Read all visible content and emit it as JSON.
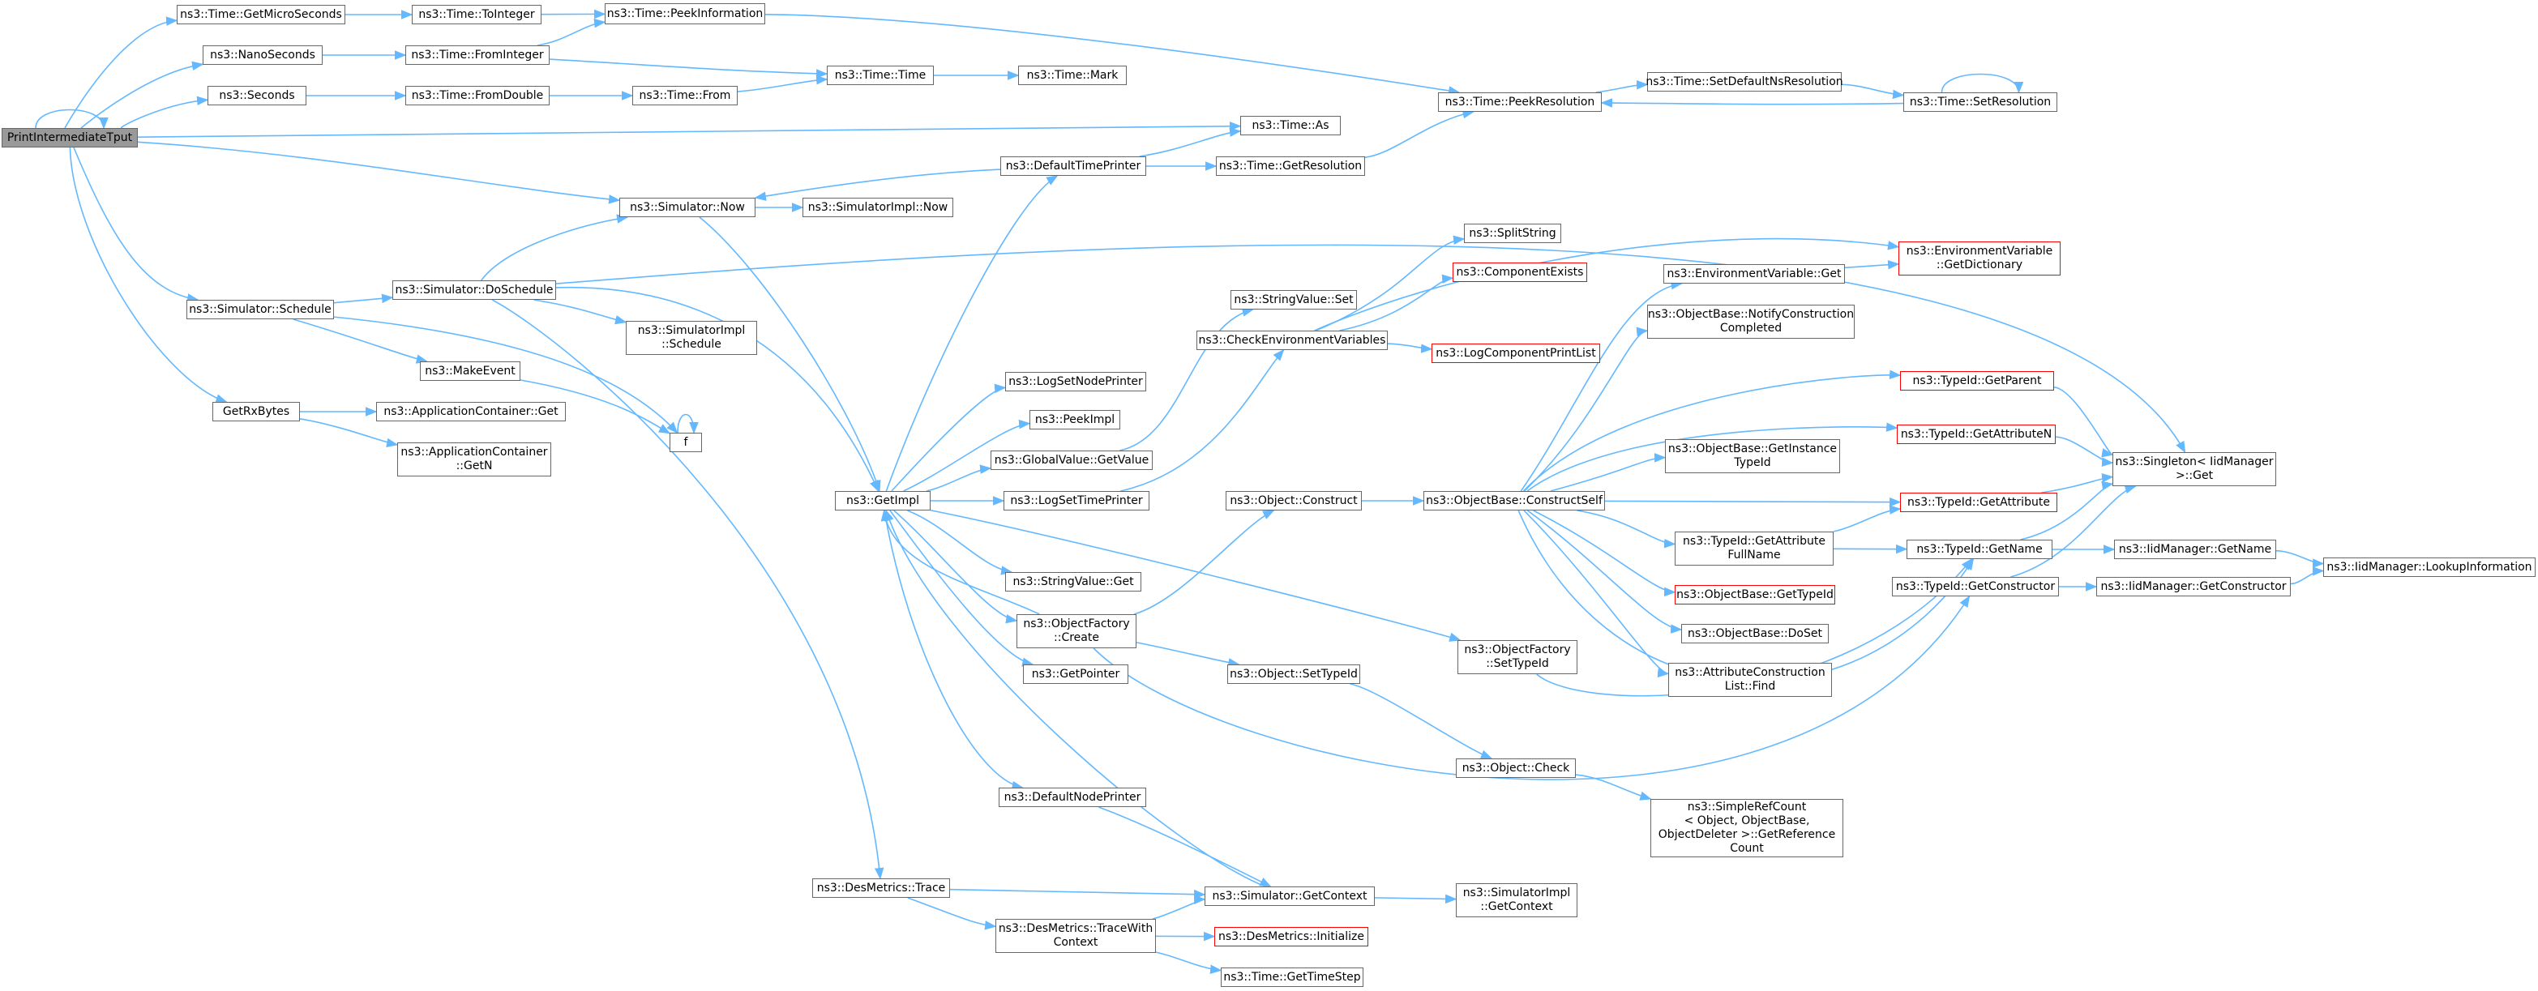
{
  "graph": {
    "edge_color": "#63b8ff",
    "node_border_color": "#666666",
    "missing_border_color": "#ff0000",
    "root_fill": "#999999",
    "nodes": [
      {
        "id": "root",
        "label": "PrintIntermediateTput",
        "root": true
      },
      {
        "id": "getmicro",
        "label": "ns3::Time::GetMicroSeconds"
      },
      {
        "id": "tointeger",
        "label": "ns3::Time::ToInteger"
      },
      {
        "id": "peekinfo",
        "label": "ns3::Time::PeekInformation"
      },
      {
        "id": "nanosec",
        "label": "ns3::NanoSeconds"
      },
      {
        "id": "frominteger",
        "label": "ns3::Time::FromInteger"
      },
      {
        "id": "timetime",
        "label": "ns3::Time::Time"
      },
      {
        "id": "timemark",
        "label": "ns3::Time::Mark"
      },
      {
        "id": "seconds",
        "label": "ns3::Seconds"
      },
      {
        "id": "fromdouble",
        "label": "ns3::Time::FromDouble"
      },
      {
        "id": "timefrom",
        "label": "ns3::Time::From"
      },
      {
        "id": "peekres",
        "label": "ns3::Time::PeekResolution"
      },
      {
        "id": "setdefns",
        "label": "ns3::Time::SetDefaultNsResolution"
      },
      {
        "id": "setres",
        "label": "ns3::Time::SetResolution"
      },
      {
        "id": "timeas",
        "label": "ns3::Time::As"
      },
      {
        "id": "deftimeprinter",
        "label": "ns3::DefaultTimePrinter"
      },
      {
        "id": "getres",
        "label": "ns3::Time::GetResolution"
      },
      {
        "id": "simnow",
        "label": "ns3::Simulator::Now"
      },
      {
        "id": "simimplnow",
        "label": "ns3::SimulatorImpl::Now"
      },
      {
        "id": "simschedule",
        "label": "ns3::Simulator::Schedule"
      },
      {
        "id": "doschedule",
        "label": "ns3::Simulator::DoSchedule"
      },
      {
        "id": "simimplschedule",
        "label": "ns3::SimulatorImpl\n::Schedule"
      },
      {
        "id": "makeevent",
        "label": "ns3::MakeEvent"
      },
      {
        "id": "getrxbytes",
        "label": "GetRxBytes"
      },
      {
        "id": "appcontget",
        "label": "ns3::ApplicationContainer::Get"
      },
      {
        "id": "appcontgetn",
        "label": "ns3::ApplicationContainer\n::GetN"
      },
      {
        "id": "f",
        "label": "f"
      },
      {
        "id": "getimpl",
        "label": "ns3::GetImpl"
      },
      {
        "id": "logsetnode",
        "label": "ns3::LogSetNodePrinter"
      },
      {
        "id": "peekimpl",
        "label": "ns3::PeekImpl"
      },
      {
        "id": "gvgetvalue",
        "label": "ns3::GlobalValue::GetValue"
      },
      {
        "id": "logsettime",
        "label": "ns3::LogSetTimePrinter"
      },
      {
        "id": "stringvalueget",
        "label": "ns3::StringValue::Get"
      },
      {
        "id": "objfactcreate",
        "label": "ns3::ObjectFactory\n::Create"
      },
      {
        "id": "getpointer",
        "label": "ns3::GetPointer"
      },
      {
        "id": "defnodeprinter",
        "label": "ns3::DefaultNodePrinter"
      },
      {
        "id": "desmetricstrace",
        "label": "ns3::DesMetrics::Trace"
      },
      {
        "id": "tracewithcontext",
        "label": "ns3::DesMetrics::TraceWith\nContext"
      },
      {
        "id": "simgetcontext",
        "label": "ns3::Simulator::GetContext"
      },
      {
        "id": "desinit",
        "label": "ns3::DesMetrics::Initialize",
        "red": true
      },
      {
        "id": "gettimestep",
        "label": "ns3::Time::GetTimeStep"
      },
      {
        "id": "simimplgetcontext",
        "label": "ns3::SimulatorImpl\n::GetContext"
      },
      {
        "id": "stringvalueset",
        "label": "ns3::StringValue::Set"
      },
      {
        "id": "checkenv",
        "label": "ns3::CheckEnvironmentVariables"
      },
      {
        "id": "splitstring",
        "label": "ns3::SplitString"
      },
      {
        "id": "compexists",
        "label": "ns3::ComponentExists",
        "red": true
      },
      {
        "id": "logcompprint",
        "label": "ns3::LogComponentPrintList",
        "red": true
      },
      {
        "id": "objconstruct",
        "label": "ns3::Object::Construct"
      },
      {
        "id": "objsettypeid",
        "label": "ns3::Object::SetTypeId"
      },
      {
        "id": "objcheck",
        "label": "ns3::Object::Check"
      },
      {
        "id": "simplerefcount",
        "label": "ns3::SimpleRefCount\n< Object, ObjectBase,\n ObjectDeleter >::GetReference\nCount"
      },
      {
        "id": "objfactsettypeid",
        "label": "ns3::ObjectFactory\n::SetTypeId"
      },
      {
        "id": "constructself",
        "label": "ns3::ObjectBase::ConstructSelf"
      },
      {
        "id": "envvarget",
        "label": "ns3::EnvironmentVariable::Get"
      },
      {
        "id": "envvargetdict",
        "label": "ns3::EnvironmentVariable\n::GetDictionary",
        "red": true
      },
      {
        "id": "notifyconstruction",
        "label": "ns3::ObjectBase::NotifyConstruction\nCompleted"
      },
      {
        "id": "typeidgetparent",
        "label": "ns3::TypeId::GetParent",
        "red": true
      },
      {
        "id": "typeidgetattrn",
        "label": "ns3::TypeId::GetAttributeN",
        "red": true
      },
      {
        "id": "getinstancetypeid",
        "label": "ns3::ObjectBase::GetInstance\nTypeId"
      },
      {
        "id": "typeidgetattr",
        "label": "ns3::TypeId::GetAttribute",
        "red": true
      },
      {
        "id": "getattrfullname",
        "label": "ns3::TypeId::GetAttribute\nFullName"
      },
      {
        "id": "objbasegettypeid",
        "label": "ns3::ObjectBase::GetTypeId",
        "red": true
      },
      {
        "id": "doset",
        "label": "ns3::ObjectBase::DoSet"
      },
      {
        "id": "attrconstfind",
        "label": "ns3::AttributeConstruction\nList::Find"
      },
      {
        "id": "singletonget",
        "label": "ns3::Singleton< IidManager\n >::Get"
      },
      {
        "id": "typeidgetname",
        "label": "ns3::TypeId::GetName"
      },
      {
        "id": "typeidgetconstructor",
        "label": "ns3::TypeId::GetConstructor"
      },
      {
        "id": "iidgetname",
        "label": "ns3::IidManager::GetName"
      },
      {
        "id": "iidgetconstructor",
        "label": "ns3::IidManager::GetConstructor"
      },
      {
        "id": "iidlookup",
        "label": "ns3::IidManager::LookupInformation"
      }
    ]
  }
}
